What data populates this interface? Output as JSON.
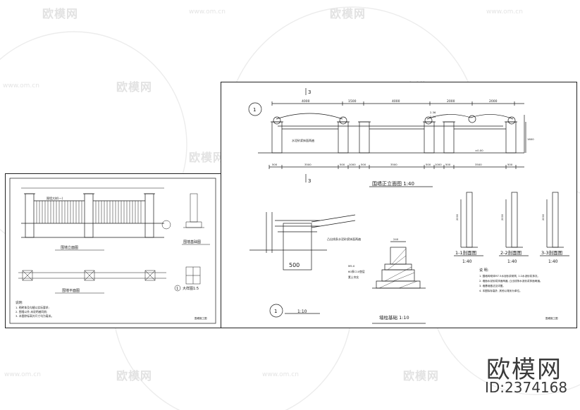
{
  "watermark": {
    "brand_text": "欧模网",
    "url_text": "www.om.cn"
  },
  "left_sheet": {
    "fence_label": "围墙大样(一)",
    "elevation_title": "围墙立面图",
    "foundation_title": "围墙基础图",
    "plan_title": "围墙平面图",
    "detail_title": "大样图1:5",
    "detail_number": "1",
    "notes_title": "说明:",
    "notes": [
      "1. 砌砖体及勾缝以实际要求;",
      "2. 围墙以外,未说明者同前;",
      "3. 本图除标高外尺寸均为毫米。"
    ],
    "sheet_name": "围墙施工图"
  },
  "right_sheet": {
    "section_marker_top": "3",
    "section_marker_bottom": "3",
    "detail_callout": "1",
    "top_dims": [
      "4000",
      "1500",
      "4000",
      "2000",
      "2000"
    ],
    "bottom_dims": [
      "500",
      "3500",
      "500",
      "1000",
      "500",
      "3500",
      "500",
      "1000",
      "500",
      "3500",
      "500"
    ],
    "small_dims": [
      "2.36",
      "2.10"
    ],
    "height_dim": "1600",
    "ground_level": "±0.00",
    "wall_note": "水泥砂浆抹面两遍",
    "elevation_title": "围墙正立面图 1:40",
    "profile_note": "凸出线条水泥砂浆抹面两遍",
    "dim_500": "500",
    "detail_title_number": "1",
    "detail_scale": "1:10",
    "footing_width": "240",
    "footing_layers": [
      "M5.0",
      "60厚C10垫层",
      "素土夯实"
    ],
    "footing_title": "墙柱基础 1:10",
    "sections": [
      {
        "title": "1-1剖面图",
        "scale": "1:40",
        "dim_a": "2000",
        "dim_b": "1600"
      },
      {
        "title": "2-2剖面图",
        "scale": "1:40",
        "dim_a": "2000",
        "dim_b": "1600"
      },
      {
        "title": "3-3剖面图",
        "scale": "1:40",
        "dim_a": "2000",
        "dim_b": "1600"
      }
    ],
    "notes_title": "说 明:",
    "notes": [
      "1. 围墙砖砌体M7.5水泥砂浆砌筑, 1:2水泥砂浆抹灰。",
      "2. 墙面水泥砂浆抹面两遍, 凸出线条水泥砂浆抹面两遍。",
      "3. 墙基础做法见详图。",
      "4. 本图除标高外, 其他以毫米为单位。"
    ],
    "sheet_name": "围墙施工图"
  },
  "brand": {
    "name": "欧模网",
    "id": "ID:2374168"
  },
  "colors": {
    "line": "#1a1a1a",
    "watermark": "#e2e2e2",
    "brand_text": "#3a3a3a"
  }
}
